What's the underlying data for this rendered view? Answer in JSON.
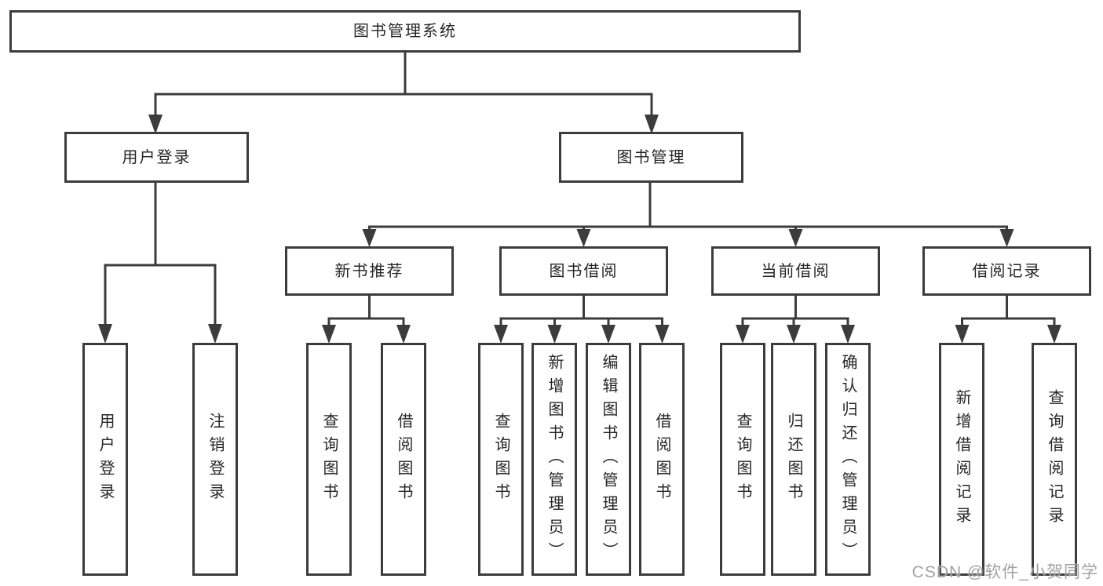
{
  "title": "图书管理系统",
  "watermark": "CSDN @软件_小贺同学",
  "colors": {
    "background": "#ffffff",
    "line": "#3c3c3c",
    "box_border": "#3c3c3c",
    "text": "#262626",
    "watermark": "#9a9a9a"
  },
  "nodes": {
    "root": "图书管理系统",
    "user_login": "用户登录",
    "book_mgmt": "图书管理",
    "new_book_rec": "新书推荐",
    "book_borrow": "图书借阅",
    "current_borrow": "当前借阅",
    "borrow_records": "借阅记录",
    "leaf_user_login": "用户登录",
    "leaf_logout": "注销登录",
    "leaf_nbr_query": "查询图书",
    "leaf_nbr_borrow": "借阅图书",
    "leaf_bb_query": "查询图书",
    "leaf_bb_add": "新增图书（管理员）",
    "leaf_bb_edit": "编辑图书（管理员）",
    "leaf_bb_borrow": "借阅图书",
    "leaf_cb_query": "查询图书",
    "leaf_cb_return": "归还图书",
    "leaf_cb_confirm": "确认归还（管理员）",
    "leaf_br_add": "新增借阅记录",
    "leaf_br_query": "查询借阅记录"
  },
  "tree": {
    "root": "图书管理系统",
    "children": [
      {
        "label": "用户登录",
        "children": [
          "用户登录",
          "注销登录"
        ]
      },
      {
        "label": "图书管理",
        "children": [
          {
            "label": "新书推荐",
            "children": [
              "查询图书",
              "借阅图书"
            ]
          },
          {
            "label": "图书借阅",
            "children": [
              "查询图书",
              "新增图书（管理员）",
              "编辑图书（管理员）",
              "借阅图书"
            ]
          },
          {
            "label": "当前借阅",
            "children": [
              "查询图书",
              "归还图书",
              "确认归还（管理员）"
            ]
          },
          {
            "label": "借阅记录",
            "children": [
              "新增借阅记录",
              "查询借阅记录"
            ]
          }
        ]
      }
    ]
  }
}
